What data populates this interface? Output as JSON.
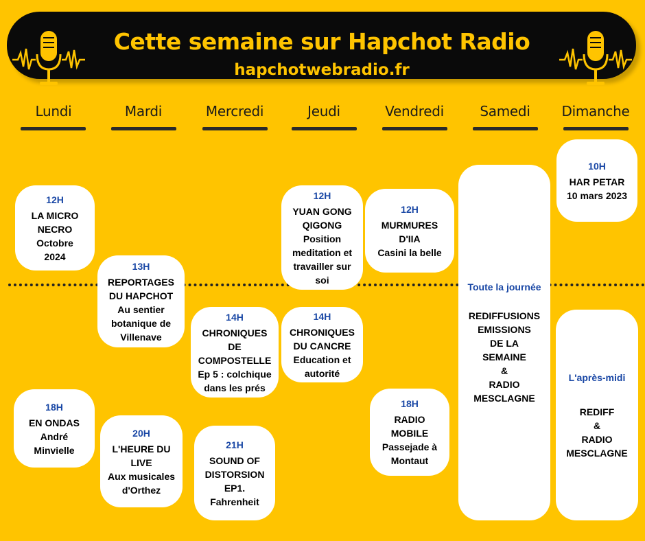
{
  "banner": {
    "title": "Cette semaine sur Hapchot Radio",
    "url": "hapchotwebradio.fr",
    "icon": "microphone-icon"
  },
  "days": [
    "Lundi",
    "Mardi",
    "Mercredi",
    "Jeudi",
    "Vendredi",
    "Samedi",
    "Dimanche"
  ],
  "colors": {
    "background": "#ffc400",
    "banner": "#0a0a0a",
    "accent": "#ffc400",
    "time": "#1947a5"
  },
  "shows": {
    "lundi_12": {
      "time": "12H",
      "l1": "LA MICRO",
      "l2": "NECRO",
      "l3": "Octobre",
      "l4": "2024"
    },
    "lundi_18": {
      "time": "18H",
      "l1": "EN ONDAS",
      "l2": "André",
      "l3": "Minvielle"
    },
    "mardi_13": {
      "time": "13H",
      "l1": "REPORTAGES",
      "l2": "DU HAPCHOT",
      "l3": "Au sentier",
      "l4": "botanique de",
      "l5": "Villenave"
    },
    "mardi_20": {
      "time": "20H",
      "l1": "L'HEURE DU",
      "l2": "LIVE",
      "l3": "Aux musicales",
      "l4": "d'Orthez"
    },
    "mercredi_14": {
      "time": "14H",
      "l1": "CHRONIQUES",
      "l2": "DE",
      "l3": "COMPOSTELLE",
      "l4": "Ep 5 : colchique",
      "l5": "dans les prés"
    },
    "mercredi_21": {
      "time": "21H",
      "l1": "SOUND OF",
      "l2": "DISTORSION",
      "l3": "EP1.",
      "l4": "Fahrenheit"
    },
    "jeudi_12": {
      "time": "12H",
      "l1": "YUAN GONG",
      "l2": "QIGONG",
      "l3": "Position",
      "l4": "meditation et",
      "l5": "travailler sur",
      "l6": "soi"
    },
    "jeudi_14": {
      "time": "14H",
      "l1": "CHRONIQUES",
      "l2": "DU CANCRE",
      "l3": "Education et",
      "l4": "autorité"
    },
    "vendredi_12": {
      "time": "12H",
      "l1": "MURMURES",
      "l2": "D'IIA",
      "l3": "Casini la belle"
    },
    "vendredi_18": {
      "time": "18H",
      "l1": "RADIO",
      "l2": "MOBILE",
      "l3": "Passejade à",
      "l4": "Montaut"
    },
    "samedi": {
      "when": "Toute la journée",
      "l1": "REDIFFUSIONS",
      "l2": "EMISSIONS",
      "l3": "DE LA",
      "l4": "SEMAINE",
      "l5": "&",
      "l6": "RADIO",
      "l7": "MESCLAGNE"
    },
    "dimanche_10": {
      "time": "10H",
      "l1": "HAR PETAR",
      "l2": "10 mars 2023"
    },
    "dimanche_pm": {
      "when": "L'après-midi",
      "l1": "REDIFF",
      "l2": "&",
      "l3": "RADIO",
      "l4": "MESCLAGNE"
    }
  }
}
